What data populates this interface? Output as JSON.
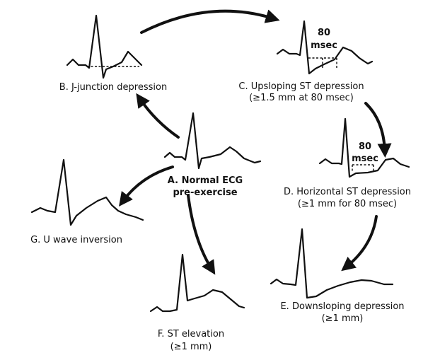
{
  "panels": {
    "a": {
      "line1": "A. Normal ECG",
      "line2": "pre-exercise"
    },
    "b": {
      "line1": "B. J-junction depression"
    },
    "c": {
      "line1": "C. Upsloping ST depression",
      "line2": "(≥1.5 mm at 80 msec)",
      "ann1": "80",
      "ann2": "msec"
    },
    "d": {
      "line1": "D. Horizontal ST depression",
      "line2": "(≥1 mm for 80 msec)",
      "ann1": "80",
      "ann2": "msec"
    },
    "e": {
      "line1": "E. Downsloping depression",
      "line2": "(≥1 mm)"
    },
    "f": {
      "line1": "F. ST elevation",
      "line2": "(≥1 mm)"
    },
    "g": {
      "line1": "G. U wave inversion"
    }
  }
}
